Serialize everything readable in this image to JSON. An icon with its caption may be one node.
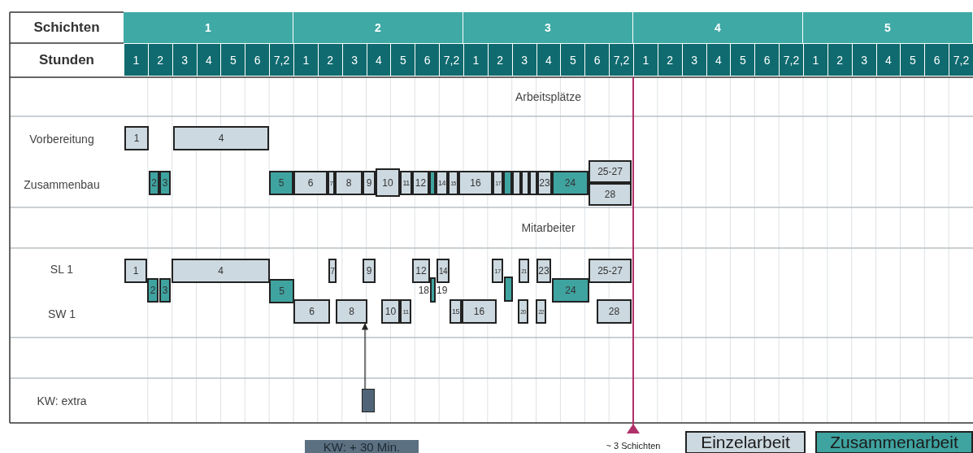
{
  "diagram": {
    "nodes": [
      {
        "text": [
          "1"
        ]
      },
      {
        "text": [
          "4"
        ]
      },
      {
        "text": [
          "2"
        ]
      },
      {
        "text": [
          "3"
        ]
      },
      {
        "text": [
          "5"
        ]
      },
      {
        "text": [
          "6"
        ]
      },
      {
        "text": [
          "7"
        ]
      },
      {
        "text": [
          "8"
        ]
      },
      {
        "text": [
          "9"
        ]
      },
      {
        "text": [
          "10"
        ]
      },
      {
        "text": [
          "11"
        ]
      },
      {
        "text": [
          "12"
        ]
      },
      {
        "text": [],
        "shape": "box"
      },
      {
        "text": [
          "14"
        ]
      },
      {
        "text": [
          "15"
        ]
      },
      {
        "text": [
          "16"
        ]
      },
      {
        "text": [
          "17"
        ]
      },
      {
        "text": [],
        "shape": "box"
      },
      {
        "text": [],
        "shape": "box"
      },
      {
        "text": [],
        "shape": "box"
      },
      {
        "text": [],
        "shape": "box"
      },
      {
        "text": [
          "23"
        ]
      },
      {
        "text": [
          "24"
        ]
      },
      {
        "text": [
          "25-27"
        ]
      },
      {
        "text": [
          "28"
        ]
      },
      {
        "text": [
          "1"
        ]
      },
      {
        "text": [
          "4"
        ]
      },
      {
        "text": [
          "7"
        ]
      },
      {
        "text": [
          "9"
        ]
      },
      {
        "text": [
          "12"
        ]
      },
      {
        "text": [
          "14"
        ]
      },
      {
        "text": [
          "17"
        ]
      },
      {
        "text": [
          "21"
        ]
      },
      {
        "text": [
          "23"
        ]
      },
      {
        "text": [
          "25-27"
        ]
      },
      {
        "text": [
          "2"
        ]
      },
      {
        "text": [
          "3"
        ]
      },
      {
        "text": [
          "5"
        ]
      },
      {
        "text": [],
        "shape": "box",
        "beside": [
          "18",
          "19"
        ]
      },
      {
        "text": [],
        "shape": "box"
      },
      {
        "text": [
          "24"
        ]
      },
      {
        "text": [
          "6"
        ]
      },
      {
        "text": [
          "8"
        ]
      },
      {
        "text": [
          "10"
        ]
      },
      {
        "text": [
          "11"
        ]
      },
      {
        "text": [
          "15"
        ]
      },
      {
        "text": [
          "16"
        ]
      },
      {
        "text": [
          "20"
        ]
      },
      {
        "text": [
          "22"
        ]
      },
      {
        "text": [
          "28"
        ]
      },
      {
        "text": [],
        "shape": "box"
      },
      {
        "text": [
          "KW: + 30 Min."
        ]
      }
    ],
    "edges": [
      {
        "from": 50,
        "to": 42,
        "arrow": "to"
      }
    ],
    "labels": [
      "Schichten",
      "1",
      "2",
      "3",
      "4",
      "5",
      "Stunden",
      "1",
      "2",
      "3",
      "4",
      "5",
      "6",
      "7,2",
      "1",
      "2",
      "3",
      "4",
      "5",
      "6",
      "7,2",
      "1",
      "2",
      "3",
      "4",
      "5",
      "6",
      "7,2",
      "1",
      "2",
      "3",
      "4",
      "5",
      "6",
      "7,2",
      "1",
      "2",
      "3",
      "4",
      "5",
      "6",
      "7,2",
      "Arbeitsplätze",
      "Vorbereitung",
      "Zusammenbau",
      "Mitarbeiter",
      "SL 1",
      "SW 1",
      "KW: extra",
      "~ 3 Schichten"
    ],
    "legend": [
      {
        "text": "Einzelarbeit",
        "color": "#cdd9e0"
      },
      {
        "text": "Zusammenarbeit",
        "color": "#3fa3a0"
      }
    ]
  }
}
